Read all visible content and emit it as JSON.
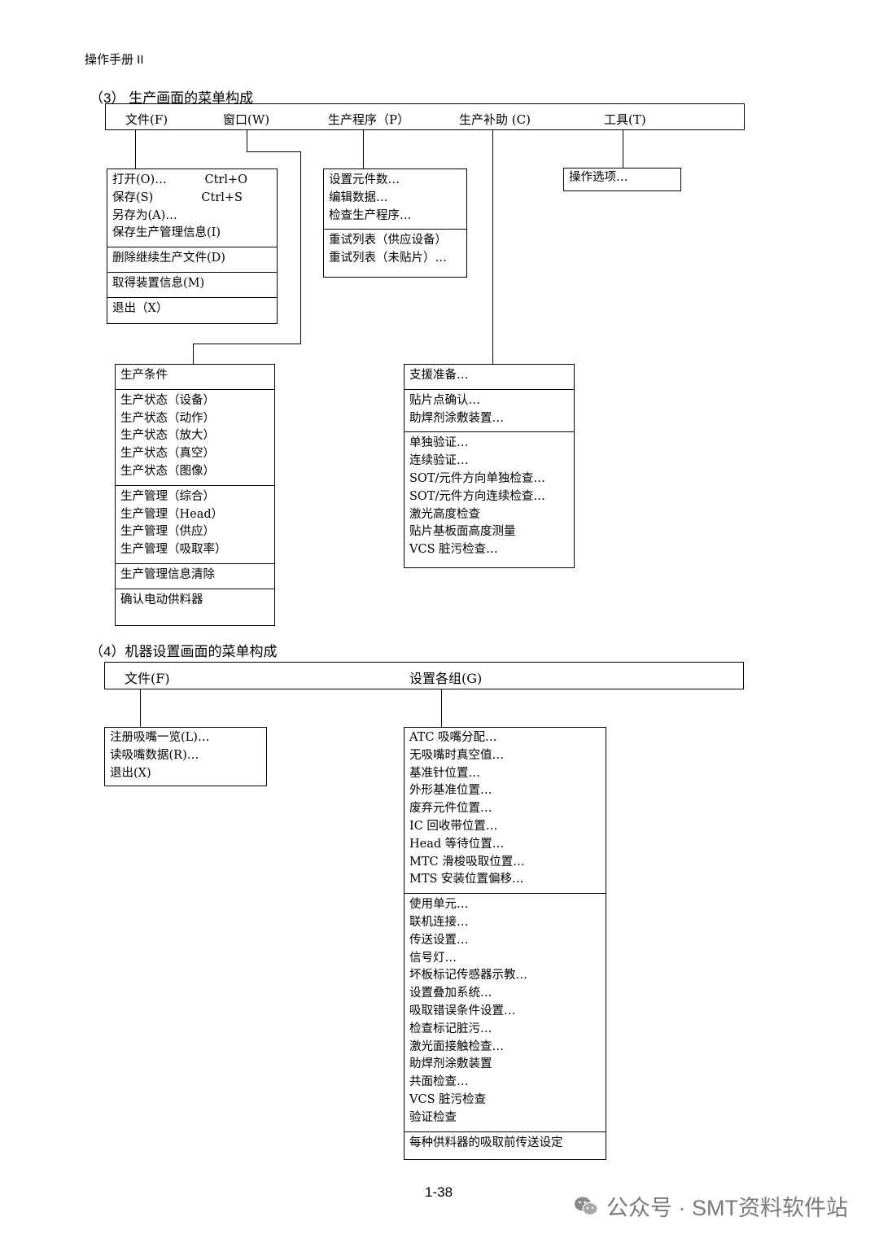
{
  "header": {
    "manual_title": "操作手册 II"
  },
  "section3": {
    "title": "（3）  生产画面的菜单构成",
    "menubar": [
      "文件(F)",
      "窗口(W)",
      "生产程序（P）",
      "生产补助 (C)",
      "工具(T)"
    ],
    "file_menu": {
      "group1": [
        {
          "label": "打开(O)…",
          "shortcut": "Ctrl+O"
        },
        {
          "label": "保存(S)",
          "shortcut": "Ctrl+S"
        },
        {
          "label": "另存为(A)…",
          "shortcut": ""
        },
        {
          "label": "保存生产管理信息(I)",
          "shortcut": ""
        }
      ],
      "group2": [
        "删除继续生产文件(D)"
      ],
      "group3": [
        "取得装置信息(M)"
      ],
      "group4": [
        "退出（X）"
      ]
    },
    "window_menu": {
      "group1": [
        "生产条件"
      ],
      "group2": [
        "生产状态（设备）",
        "生产状态（动作）",
        "生产状态（放大）",
        "生产状态（真空）",
        "生产状态（图像）"
      ],
      "group3": [
        "生产管理（综合）",
        "生产管理（Head）",
        "生产管理（供应）",
        "生产管理（吸取率）"
      ],
      "group4": [
        "生产管理信息清除"
      ],
      "group5": [
        "确认电动供料器"
      ]
    },
    "program_menu": {
      "group1": [
        "设置元件数…",
        "编辑数据…",
        "检查生产程序…"
      ],
      "group2": [
        "重试列表（供应设备）",
        "重试列表（未贴片）…"
      ]
    },
    "assist_menu": {
      "group1": [
        "支援准备…"
      ],
      "group2": [
        "贴片点确认…",
        "助焊剂涂敷装置…"
      ],
      "group3": [
        "单独验证…",
        "连续验证…",
        "SOT/元件方向单独检查…",
        "SOT/元件方向连续检查…",
        "激光高度检查",
        "贴片基板面高度测量",
        "VCS 脏污检查…"
      ]
    },
    "tools_menu": {
      "group1": [
        "操作选项…"
      ]
    }
  },
  "section4": {
    "title": "（4）机器设置画面的菜单构成",
    "menubar": [
      "文件(F)",
      "设置各组(G)"
    ],
    "file_menu": {
      "group1": [
        "注册吸嘴一览(L)…",
        "读吸嘴数据(R)…",
        "退出(X)"
      ]
    },
    "groups_menu": {
      "group1": [
        "ATC 吸嘴分配…",
        "无吸嘴时真空值…",
        "基准针位置…",
        "外形基准位置…",
        "废弃元件位置…",
        "IC 回收带位置…",
        "Head 等待位置…",
        "MTC 滑梭吸取位置…",
        "MTS 安装位置偏移…"
      ],
      "group2": [
        "使用单元…",
        "联机连接…",
        "传送设置…",
        "信号灯…",
        "坏板标记传感器示教…",
        "设置叠加系统…",
        "吸取错误条件设置…",
        "检查标记脏污…",
        "激光面接触检查…",
        "助焊剂涂敷装置",
        "共面检查…",
        "VCS 脏污检查",
        "验证检查"
      ],
      "group3": [
        "每种供料器的吸取前传送设定"
      ]
    }
  },
  "footer": {
    "page_number": "1-38",
    "watermark": "公众号 · SMT资料软件站"
  }
}
